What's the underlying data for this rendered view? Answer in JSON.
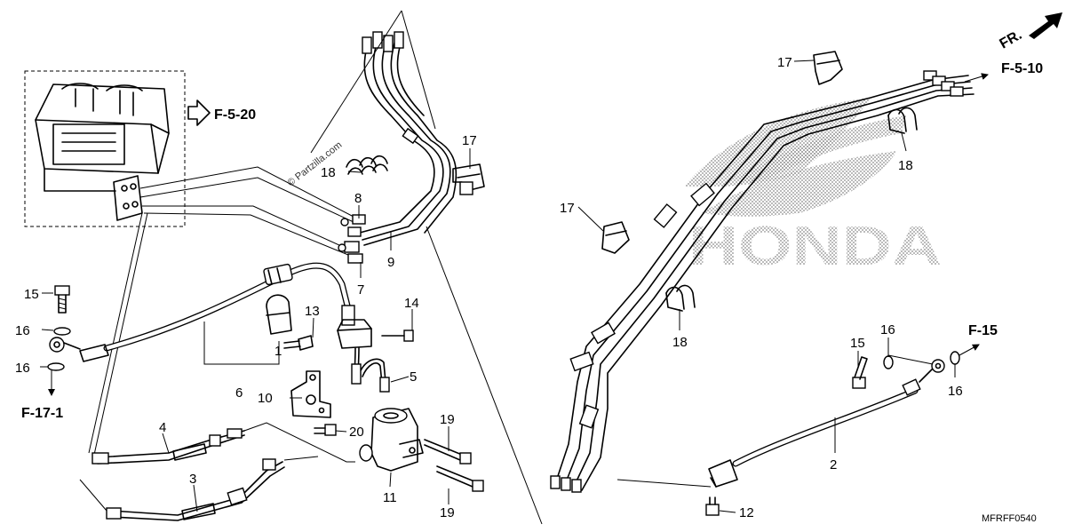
{
  "diagram": {
    "diagram_code": "MFRFF0540",
    "watermark": "© Partzilla.com",
    "brand_watermark": "HONDA",
    "direction_label": "FR.",
    "references": {
      "f_5_20": "F-5-20",
      "f_5_10": "F-5-10",
      "f_17_1": "F-17-1",
      "f_15": "F-15"
    },
    "callouts": {
      "c1": "1",
      "c2": "2",
      "c3": "3",
      "c4": "4",
      "c5": "5",
      "c6": "6",
      "c7": "7",
      "c8": "8",
      "c9": "9",
      "c10": "10",
      "c11": "11",
      "c12": "12",
      "c13": "13",
      "c14": "14",
      "c15a": "15",
      "c15b": "15",
      "c16a": "16",
      "c16b": "16",
      "c16c": "16",
      "c16d": "16",
      "c17a": "17",
      "c17b": "17",
      "c17c": "17",
      "c18a": "18",
      "c18b": "18",
      "c18c": "18",
      "c19a": "19",
      "c19b": "19",
      "c20": "20"
    },
    "colors": {
      "line": "#000000",
      "background": "#ffffff",
      "watermark_dots": "#8a8a8a"
    }
  }
}
